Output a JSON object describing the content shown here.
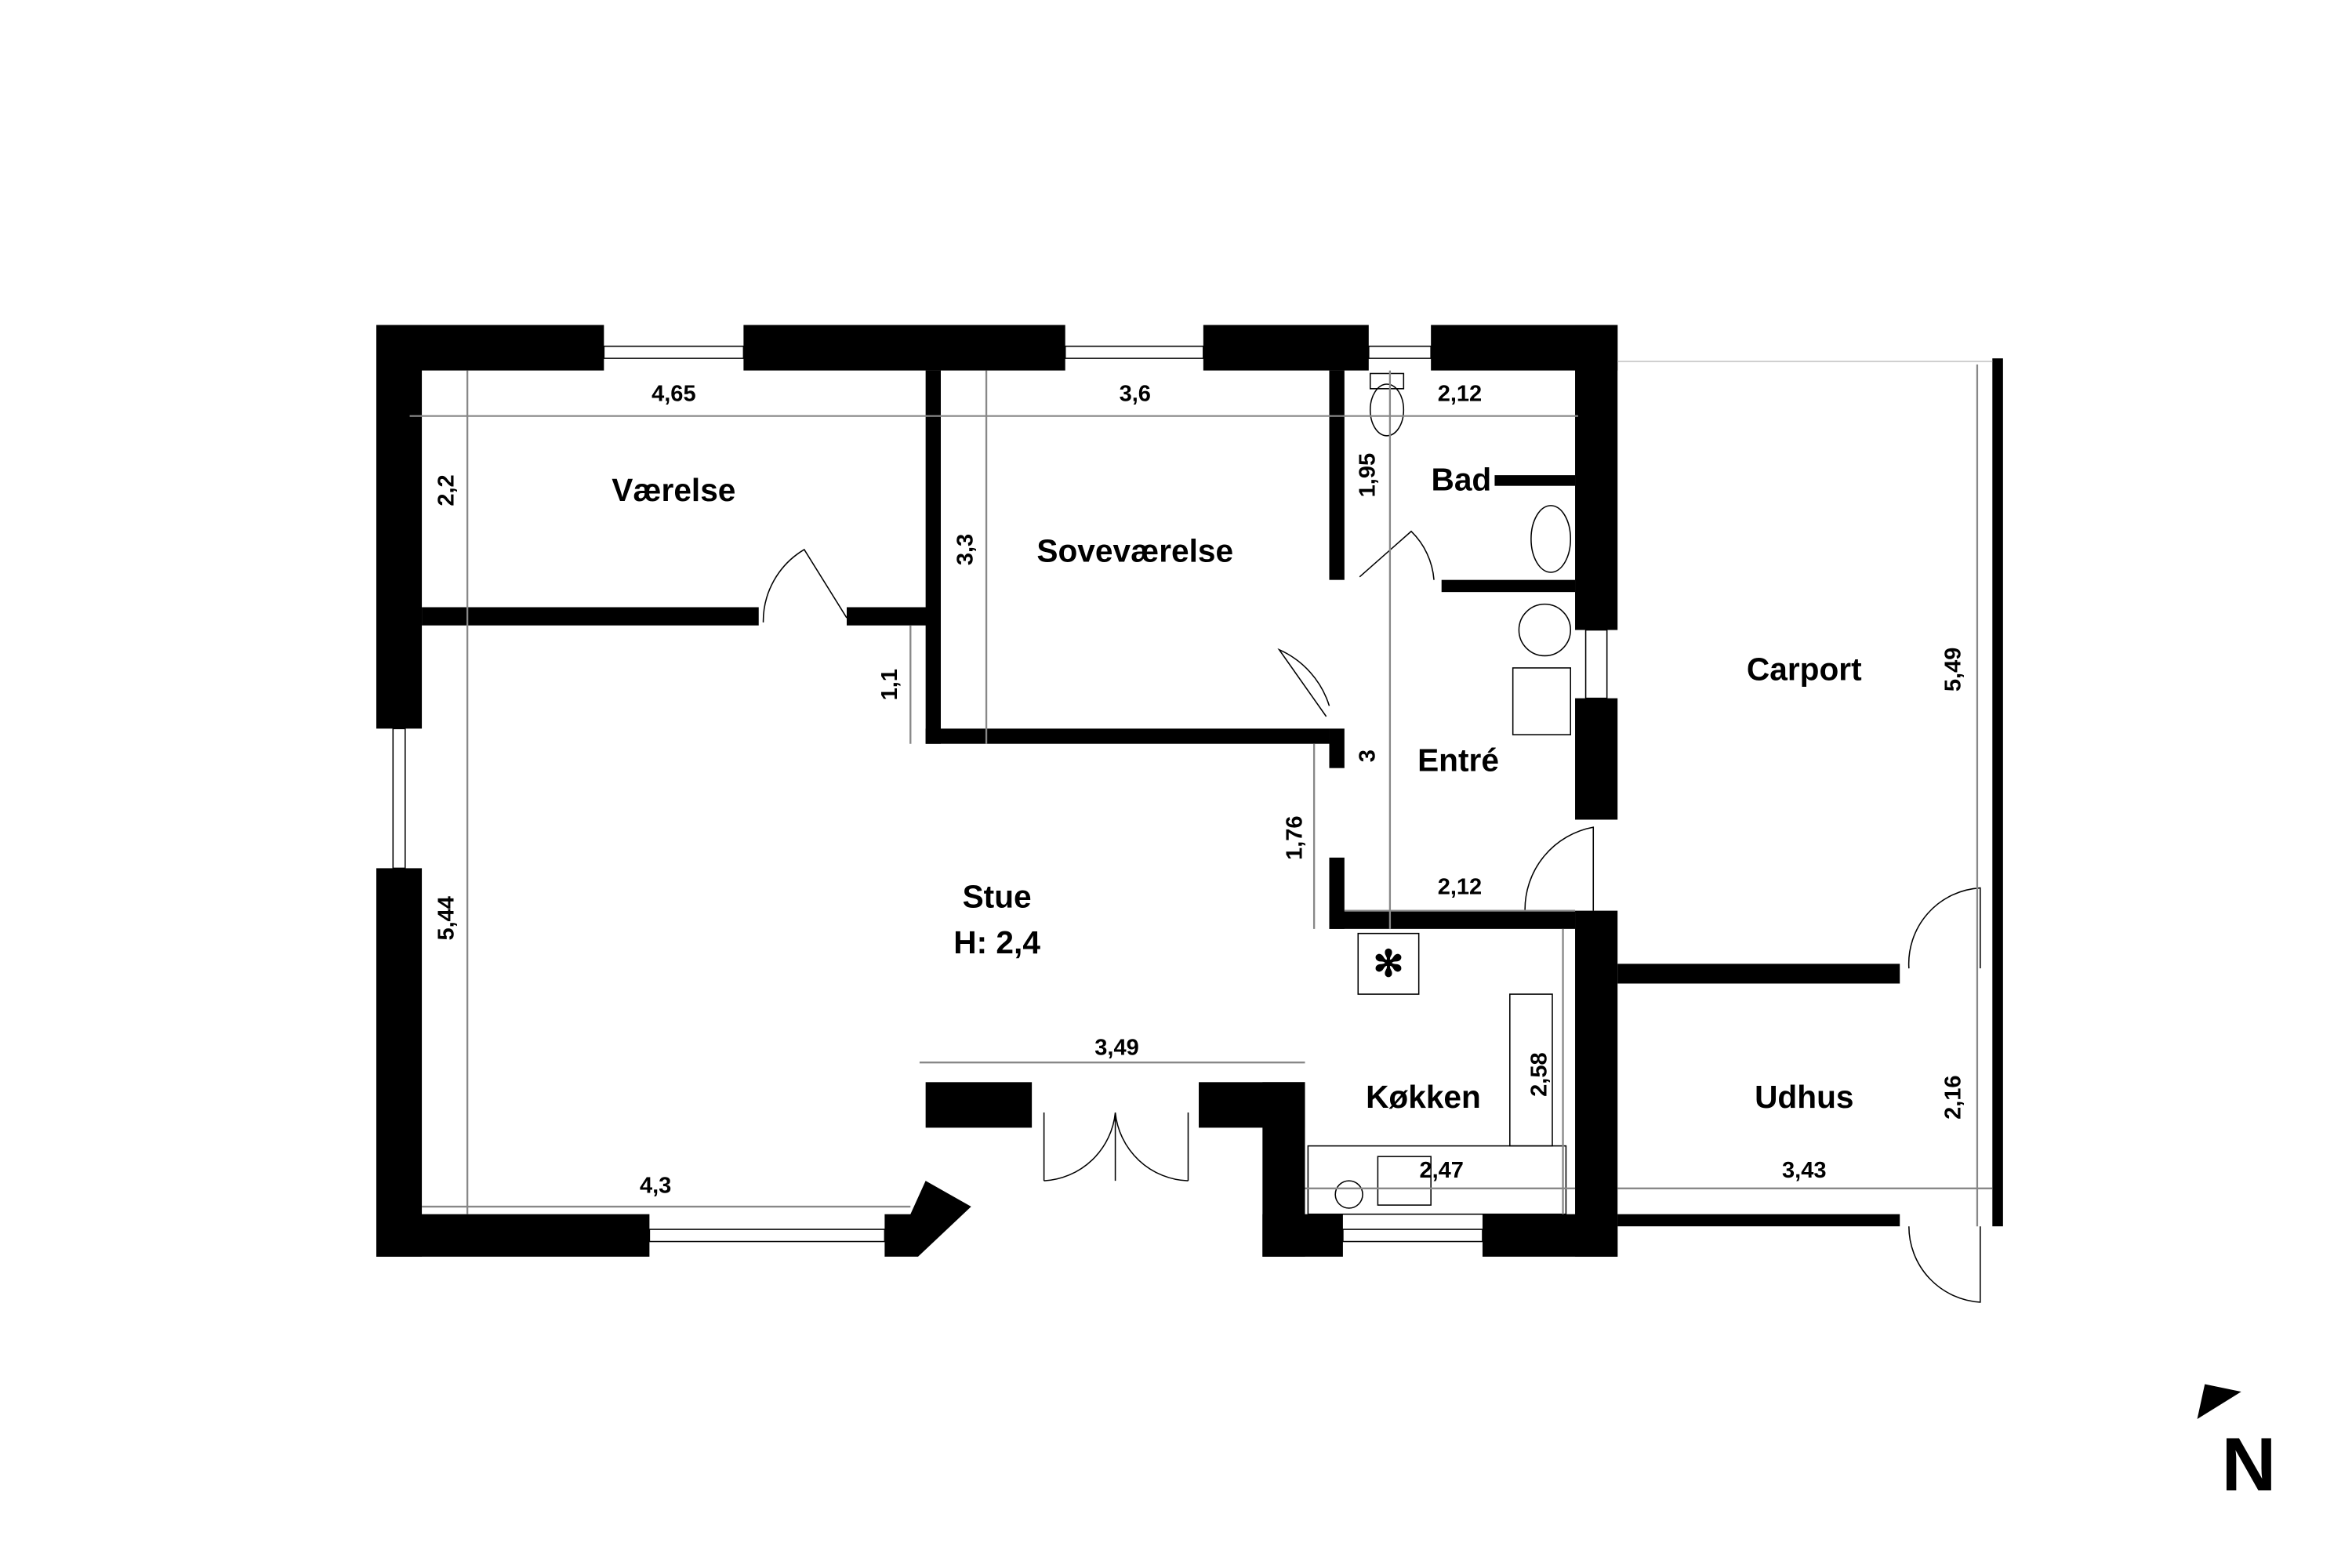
{
  "rooms": {
    "vaerelse": "Værelse",
    "sovevaerelse": "Soveværelse",
    "bad": "Bad",
    "entre": "Entré",
    "carport": "Carport",
    "stue": "Stue",
    "stue_height": "H: 2,4",
    "koekken": "Køkken",
    "udhus": "Udhus"
  },
  "dimensions": {
    "vaerelse_width": "4,65",
    "vaerelse_depth": "2,2",
    "sovevaerelse_width": "3,6",
    "sovevaerelse_depth": "3,3",
    "bad_width": "2,12",
    "bad_depth": "1,95",
    "hall_gap": "1,1",
    "entre_depth": "3",
    "entre_width": "2,12",
    "stue_jog": "1,76",
    "stue_depth": "5,44",
    "stue_width": "4,3",
    "bay_width": "3,49",
    "koekken_depth": "2,58",
    "koekken_width": "2,47",
    "carport_depth": "5,49",
    "udhus_depth": "2,16",
    "udhus_width": "3,43"
  },
  "compass": {
    "label": "N"
  }
}
